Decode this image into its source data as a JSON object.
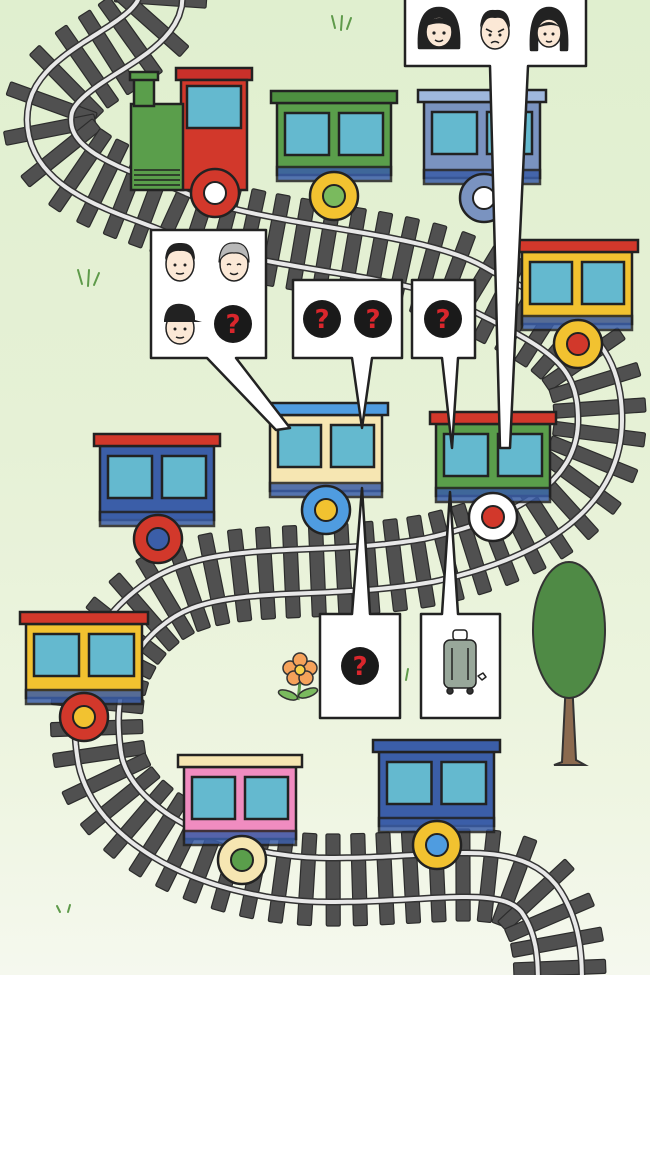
{
  "scene": {
    "type": "train-passenger-puzzle",
    "background_color": "#e3f0d4"
  },
  "track": {
    "rail_color": "#6b6b6b",
    "sleeper_color": "#505050"
  },
  "cars": [
    {
      "id": "locomotive",
      "body": "#d2382b",
      "roof": "#c9302a",
      "wheel": "#d2382b",
      "hub": "#ffffff",
      "accent": "#5a9e4b"
    },
    {
      "id": "car-green-yellow",
      "body": "#5a9e4b",
      "roof": "#4d8f40",
      "wheel": "#f2c230",
      "hub": "#7aba5e"
    },
    {
      "id": "car-slate-blue",
      "body": "#7a93c0",
      "roof": "#9fb7dd",
      "wheel": "#7a93c0",
      "hub": "#ffffff"
    },
    {
      "id": "car-red-yellow",
      "body": "#f2c230",
      "roof": "#d2382b",
      "wheel": "#f2c230",
      "hub": "#d2382b"
    },
    {
      "id": "car-blue-white",
      "body": "#3b5ea8",
      "roof": "#d2382b",
      "wheel": "#d2382b",
      "hub": "#3b5ea8"
    },
    {
      "id": "car-pink-cream",
      "body": "#f6e6b2",
      "roof": "#4f9ce0",
      "wheel": "#4f9ce0",
      "hub": "#f2c230"
    },
    {
      "id": "car-green-white",
      "body": "#5a9e4b",
      "roof": "#d2382b",
      "wheel": "#ffffff",
      "hub": "#d2382b"
    },
    {
      "id": "car-yellow-green",
      "body": "#f2c230",
      "roof": "#d2382b",
      "wheel": "#d2382b",
      "hub": "#f2c230"
    },
    {
      "id": "car-pink-green",
      "body": "#f08cc0",
      "roof": "#f6e6b2",
      "wheel": "#f6e6b2",
      "hub": "#5a9e4b"
    },
    {
      "id": "car-blue-yellow",
      "body": "#3b5ea8",
      "roof": "#3b5ea8",
      "wheel": "#f2c230",
      "hub": "#4f9ce0"
    }
  ],
  "bubbles": [
    {
      "id": "bubble-top-right",
      "slots": [
        "woman-icon",
        "angry-man-icon",
        "girl-icon"
      ]
    },
    {
      "id": "bubble-left",
      "slots": [
        "man-icon",
        "grandma-icon",
        "cap-man-icon",
        "question-mark-icon"
      ]
    },
    {
      "id": "bubble-middle",
      "slots": [
        "question-mark-icon",
        "question-mark-icon"
      ]
    },
    {
      "id": "bubble-right",
      "slots": [
        "question-mark-icon"
      ]
    },
    {
      "id": "bubble-lower-middle",
      "slots": [
        "question-mark-icon"
      ]
    },
    {
      "id": "bubble-lower-right",
      "slots": [
        "suitcase-icon"
      ]
    }
  ],
  "question_mark": {
    "glyph": "?",
    "circle": "#1a1a1a",
    "mark": "#d9262c"
  },
  "decor": {
    "tree": "#4f8a45",
    "trunk": "#8b6a4f",
    "flower": "#f5a25a"
  }
}
